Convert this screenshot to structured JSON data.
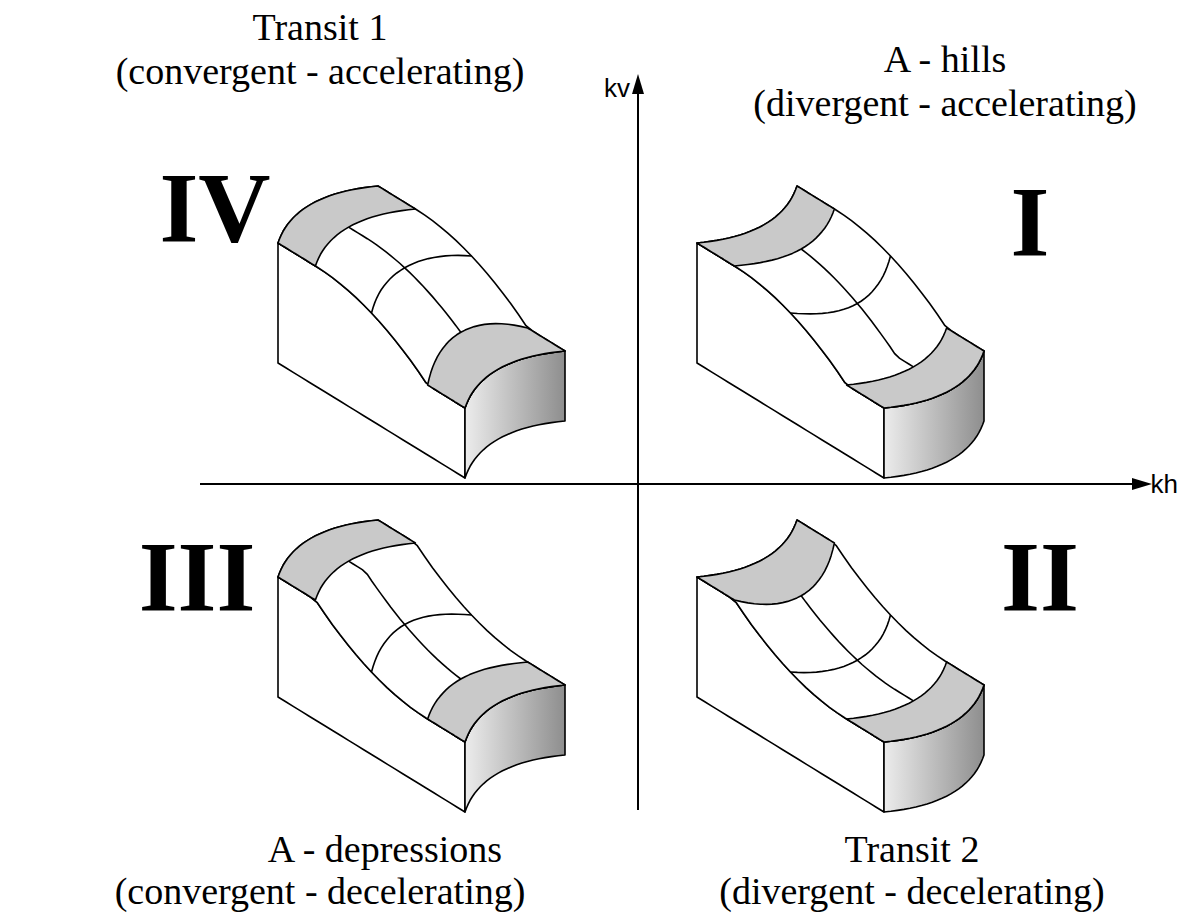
{
  "diagram": {
    "labels": [
      "Transit 1",
      "(convergent - accelerating)",
      "A - hills",
      "(divergent - accelerating)",
      "IV",
      "I",
      "kv",
      "kh",
      "III",
      "II",
      "A - depressions",
      "(convergent - decelerating)",
      "Transit 2",
      "(divergent - decelerating)"
    ]
  }
}
